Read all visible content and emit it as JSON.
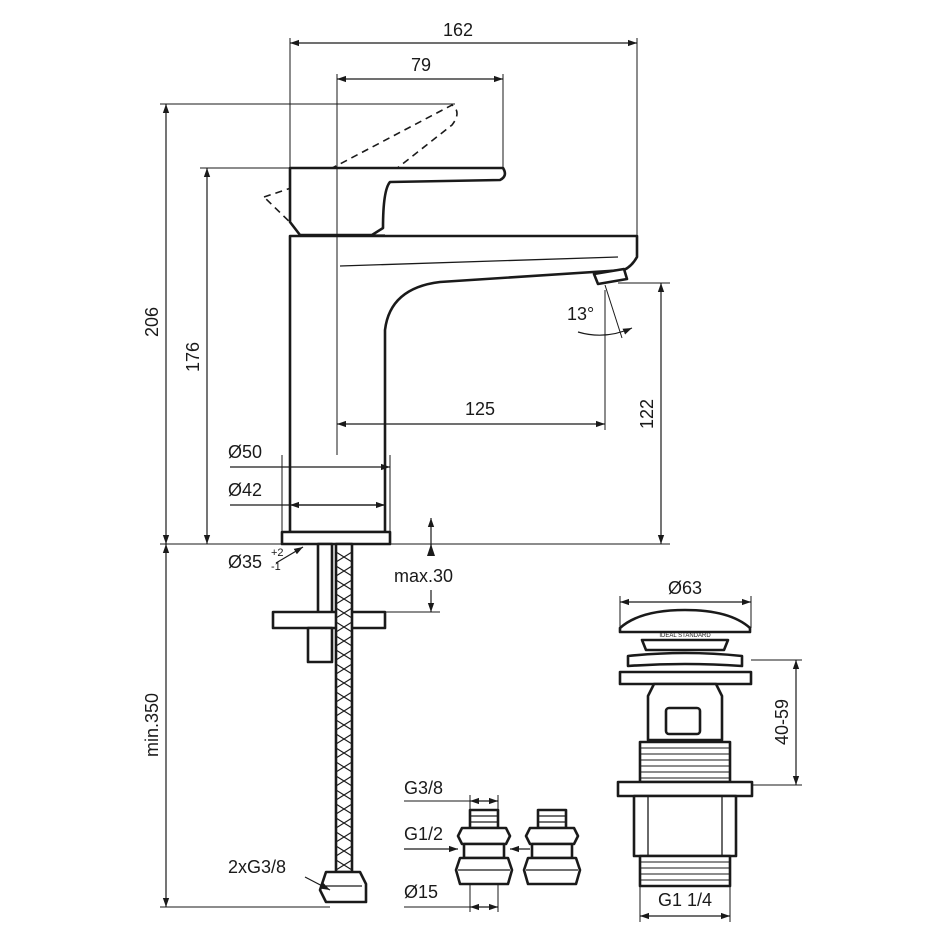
{
  "dimensions": {
    "total_length": "162",
    "lever_length": "79",
    "total_height": "206",
    "lever_height": "176",
    "spout_reach": "125",
    "spout_height": "122",
    "spray_angle": "13°",
    "base_diameter": "Ø50",
    "body_diameter": "Ø42",
    "hole_diameter": "Ø35",
    "hole_tol_plus": "+2",
    "hole_tol_minus": "-1",
    "max_thickness": "max.30",
    "hose_length": "min.350",
    "hose_thread": "2xG3/8"
  },
  "fittings": {
    "thread_small": "G3/8",
    "thread_large": "G1/2",
    "pipe_diameter": "Ø15"
  },
  "waste": {
    "cap_diameter": "Ø63",
    "basin_range": "40-59",
    "thread": "G1 1/4",
    "brand_mark": "IDEAL STANDARD"
  }
}
